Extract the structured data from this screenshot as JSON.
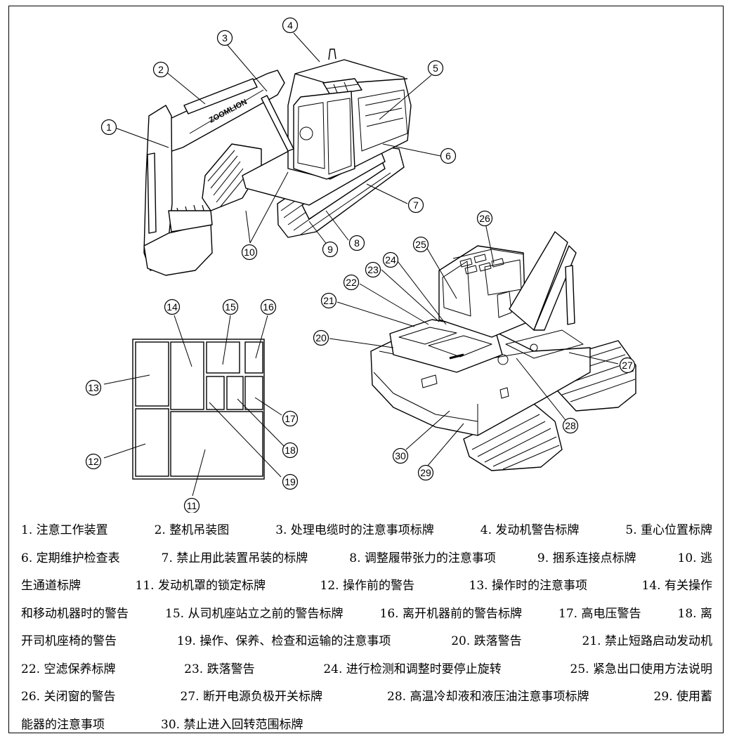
{
  "brand_text": "ZOOMLION",
  "callouts": [
    "1",
    "2",
    "3",
    "4",
    "5",
    "6",
    "7",
    "8",
    "9",
    "10",
    "11",
    "12",
    "13",
    "14",
    "15",
    "16",
    "17",
    "18",
    "19",
    "20",
    "21",
    "22",
    "23",
    "24",
    "25",
    "26",
    "27",
    "28",
    "29",
    "30"
  ],
  "legend_lines": [
    [
      "1. 注意工作装置",
      "2.  整机吊装图",
      "3. 处理电缆时的注意事项标牌",
      "4. 发动机警告标牌",
      "5. 重心位置标牌"
    ],
    [
      "6. 定期维护检查表",
      "7.  禁止用此装置吊装的标牌",
      "8. 调整履带张力的注意事项",
      "9.  捆系连接点标牌",
      "10.  逃"
    ],
    [
      "生通道标牌",
      "11. 发动机罩的锁定标牌",
      "12.  操作前的警告",
      "13. 操作时的注意事项",
      "14. 有关操作"
    ],
    [
      "和移动机器时的警告",
      "15. 从司机座站立之前的警告标牌",
      "16.  离开机器前的警告标牌",
      "17. 高电压警告",
      "18. 离"
    ],
    [
      "开司机座椅的警告",
      "19.  操作、保养、检查和运输的注意事项",
      "20. 跌落警告",
      "21. 禁止短路启动发动机"
    ],
    [
      "22.  空滤保养标牌",
      "23.  跌落警告",
      "24. 进行检测和调整时要停止旋转",
      "25.  紧急出口使用方法说明"
    ],
    [
      "26. 关闭窗的警告",
      "27.  断开电源负极开关标牌",
      "28.  高温冷却液和液压油注意事项标牌",
      "29.  使用蓄"
    ],
    [
      "能器的注意事项",
      "30.  禁止进入回转范围标牌"
    ]
  ]
}
